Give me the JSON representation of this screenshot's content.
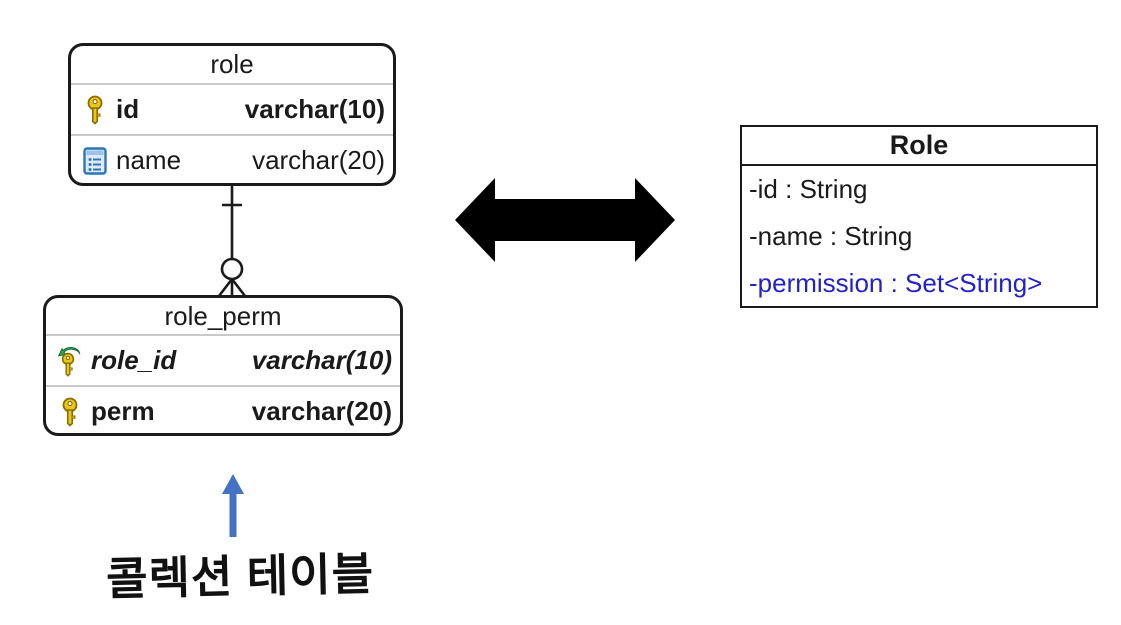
{
  "er": {
    "tables": [
      {
        "name": "role",
        "columns": [
          {
            "icon": "primary-key-icon",
            "name": "id",
            "type": "varchar(10)"
          },
          {
            "icon": "column-icon",
            "name": "name",
            "type": "varchar(20)"
          }
        ]
      },
      {
        "name": "role_perm",
        "columns": [
          {
            "icon": "foreign-key-icon",
            "name": "role_id",
            "type": "varchar(10)"
          },
          {
            "icon": "primary-key-icon",
            "name": "perm",
            "type": "varchar(20)"
          }
        ]
      }
    ],
    "relationship": {
      "from": "role",
      "to": "role_perm",
      "from_end": "one",
      "to_end": "zero-or-many",
      "notation": "crow-foot"
    }
  },
  "uml": {
    "class_name": "Role",
    "attributes": [
      {
        "text": "-id : String"
      },
      {
        "text": "-name : String"
      },
      {
        "text": "-permission : Set<String>"
      }
    ]
  },
  "mapping_arrow": {
    "direction": "bidirectional"
  },
  "annotation": {
    "text": "콜렉션 테이블"
  },
  "colors": {
    "key_gold": "#edc61a",
    "key_outline": "#8a6d00",
    "fk_arrow_green": "#2fa24f",
    "column_icon_blue": "#2e75b6",
    "uml_attr_blue": "#2222cc",
    "annotation_arrow_blue": "#4472c4",
    "line_black": "#1a1a1a",
    "divider_gray": "#c9c9c9"
  }
}
